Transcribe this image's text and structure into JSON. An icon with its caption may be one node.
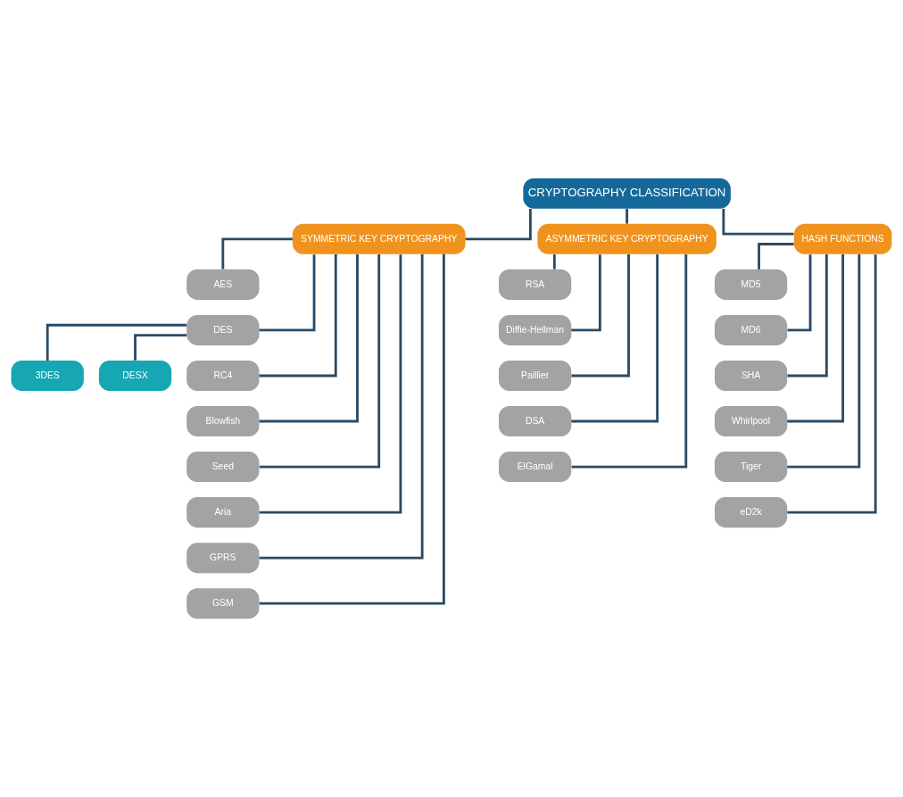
{
  "diagram": {
    "nodes": [
      {
        "text": [
          "CRYPTOGRAPHY CLASSIFICATION"
        ]
      },
      {
        "text": [
          "SYMMETRIC KEY CRYPTOGRAPHY"
        ]
      },
      {
        "text": [
          "ASYMMETRIC KEY CRYPTOGRAPHY"
        ]
      },
      {
        "text": [
          "HASH FUNCTIONS"
        ]
      },
      {
        "text": [
          "AES"
        ]
      },
      {
        "text": [
          "DES"
        ]
      },
      {
        "text": [
          "RC4"
        ]
      },
      {
        "text": [
          "Blowfish"
        ]
      },
      {
        "text": [
          "Seed"
        ]
      },
      {
        "text": [
          "Aria"
        ]
      },
      {
        "text": [
          "GPRS"
        ]
      },
      {
        "text": [
          "GSM"
        ]
      },
      {
        "text": [
          "3DES"
        ]
      },
      {
        "text": [
          "DESX"
        ]
      },
      {
        "text": [
          "RSA"
        ]
      },
      {
        "text": [
          "Diffie-Hellman"
        ]
      },
      {
        "text": [
          "Paillier"
        ]
      },
      {
        "text": [
          "DSA"
        ]
      },
      {
        "text": [
          "ElGamal"
        ]
      },
      {
        "text": [
          "MD5"
        ]
      },
      {
        "text": [
          "MD6"
        ]
      },
      {
        "text": [
          "SHA"
        ]
      },
      {
        "text": [
          "Whirlpool"
        ]
      },
      {
        "text": [
          "Tiger"
        ]
      },
      {
        "text": [
          "eD2k"
        ]
      }
    ],
    "edges": [
      {
        "from": 0,
        "to": 1,
        "arrow": "none"
      },
      {
        "from": 0,
        "to": 2,
        "arrow": "none"
      },
      {
        "from": 0,
        "to": 3,
        "arrow": "none"
      },
      {
        "from": 1,
        "to": 4,
        "arrow": "none"
      },
      {
        "from": 1,
        "to": 5,
        "arrow": "none"
      },
      {
        "from": 1,
        "to": 6,
        "arrow": "none"
      },
      {
        "from": 1,
        "to": 7,
        "arrow": "none"
      },
      {
        "from": 1,
        "to": 8,
        "arrow": "none"
      },
      {
        "from": 1,
        "to": 9,
        "arrow": "none"
      },
      {
        "from": 1,
        "to": 10,
        "arrow": "none"
      },
      {
        "from": 1,
        "to": 11,
        "arrow": "none"
      },
      {
        "from": 5,
        "to": 12,
        "arrow": "none"
      },
      {
        "from": 5,
        "to": 13,
        "arrow": "none"
      },
      {
        "from": 2,
        "to": 14,
        "arrow": "none"
      },
      {
        "from": 2,
        "to": 15,
        "arrow": "none"
      },
      {
        "from": 2,
        "to": 16,
        "arrow": "none"
      },
      {
        "from": 2,
        "to": 17,
        "arrow": "none"
      },
      {
        "from": 2,
        "to": 18,
        "arrow": "none"
      },
      {
        "from": 3,
        "to": 19,
        "arrow": "none"
      },
      {
        "from": 3,
        "to": 20,
        "arrow": "none"
      },
      {
        "from": 3,
        "to": 21,
        "arrow": "none"
      },
      {
        "from": 3,
        "to": 22,
        "arrow": "none"
      },
      {
        "from": 3,
        "to": 23,
        "arrow": "none"
      },
      {
        "from": 3,
        "to": 24,
        "arrow": "none"
      }
    ]
  }
}
